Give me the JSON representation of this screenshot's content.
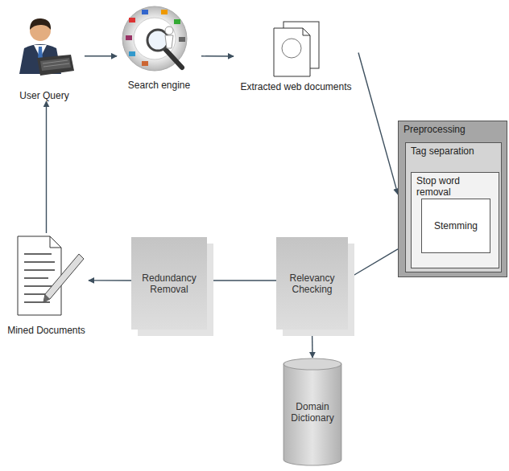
{
  "diagram": {
    "nodes": [
      {
        "text": [
          "User Query"
        ]
      },
      {
        "text": [
          "Search engine"
        ]
      },
      {
        "text": [
          "Extracted web documents"
        ]
      },
      {
        "text": [
          "Preprocessing"
        ]
      },
      {
        "text": [
          "Tag separation"
        ],
        "in": 3
      },
      {
        "text": [
          "Stop word removal"
        ],
        "in": 4
      },
      {
        "text": [
          "Stemming"
        ],
        "in": 5
      },
      {
        "text": [
          "Relevancy Checking"
        ]
      },
      {
        "text": [
          "Redundancy Removal"
        ]
      },
      {
        "text": [
          "Mined Documents"
        ]
      },
      {
        "text": [
          "Domain Dictionary"
        ]
      }
    ],
    "edges": [
      {
        "from": 0,
        "to": 1,
        "arrow": "to"
      },
      {
        "from": 1,
        "to": 2,
        "arrow": "to"
      },
      {
        "from": 2,
        "to": 3,
        "arrow": "to"
      },
      {
        "from": 3,
        "to": 7,
        "arrow": "to"
      },
      {
        "from": 7,
        "to": 8,
        "arrow": "to"
      },
      {
        "from": 8,
        "to": 9,
        "arrow": "to"
      },
      {
        "from": 9,
        "to": 0,
        "arrow": "to"
      },
      {
        "from": 7,
        "to": 10,
        "arrow": "both"
      }
    ]
  }
}
